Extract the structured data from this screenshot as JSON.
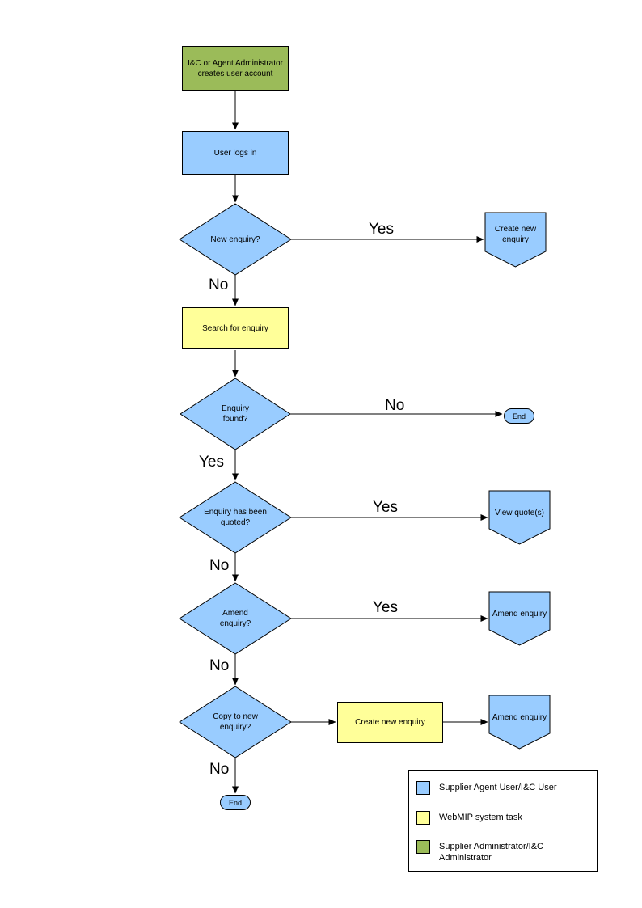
{
  "colors": {
    "blue": "#99CCFF",
    "yellow": "#FFFF99",
    "green": "#9BBB59",
    "outline": "#000000"
  },
  "nodes": {
    "admin_creates_account": "I&C or Agent Administrator creates user account",
    "user_logs_in": "User logs in",
    "new_enquiry_q": "New enquiry?",
    "create_new_enquiry_ref": "Create new enquiry",
    "search_for_enquiry": "Search for enquiry",
    "enquiry_found_q": "Enquiry found?",
    "end_top": "End",
    "enquiry_quoted_q": "Enquiry has been quoted?",
    "view_quotes_ref": "View quote(s)",
    "amend_enquiry_q": "Amend enquiry?",
    "amend_enquiry_ref_1": "Amend enquiry",
    "copy_to_new_q": "Copy to new enquiry?",
    "create_new_enquiry_task": "Create new enquiry",
    "amend_enquiry_ref_2": "Amend enquiry",
    "end_bottom": "End"
  },
  "edge_labels": {
    "new_enquiry_yes": "Yes",
    "new_enquiry_no": "No",
    "enquiry_found_no": "No",
    "enquiry_found_yes": "Yes",
    "quoted_yes": "Yes",
    "quoted_no": "No",
    "amend_yes": "Yes",
    "amend_no": "No",
    "copy_no": "No"
  },
  "legend": {
    "items": [
      {
        "color": "#99CCFF",
        "label": "Supplier Agent User/I&C User"
      },
      {
        "color": "#FFFF99",
        "label": "WebMIP system task"
      },
      {
        "color": "#9BBB59",
        "label": "Supplier Administrator/I&C Administrator"
      }
    ]
  }
}
